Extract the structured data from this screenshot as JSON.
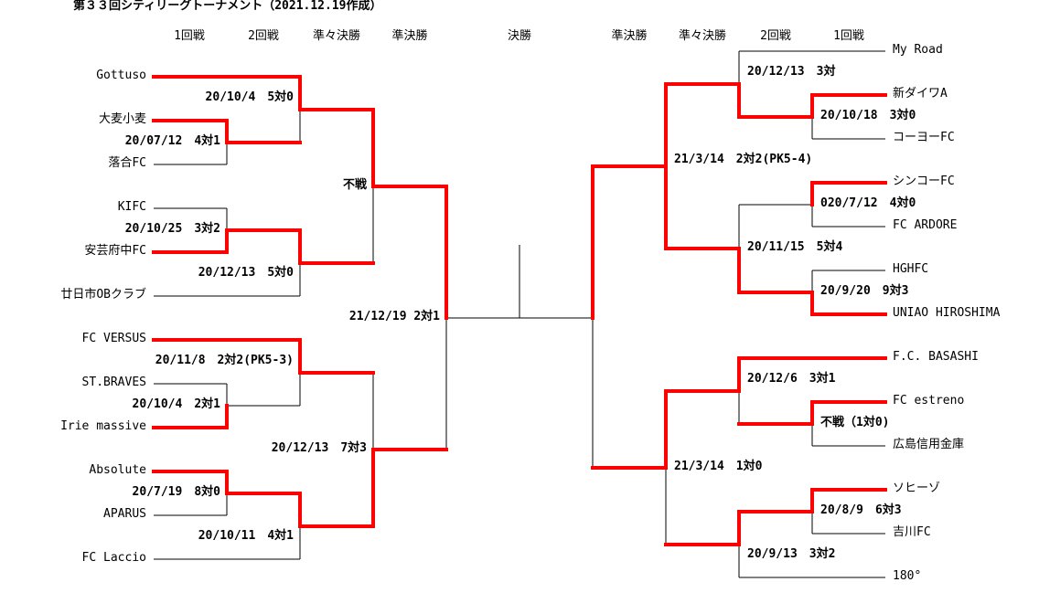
{
  "title": "第３３回シティリーグトーナメント（2021.12.19作成）",
  "rounds_left": [
    "1回戦",
    "2回戦",
    "準々決勝",
    "準決勝"
  ],
  "final_label": "決勝",
  "rounds_right": [
    "準決勝",
    "準々決勝",
    "2回戦",
    "1回戦"
  ],
  "left_teams": [
    "Gottuso",
    "大麦小麦",
    "落合FC",
    "KIFC",
    "安芸府中FC",
    "廿日市OBクラブ",
    "FC VERSUS",
    "ST.BRAVES",
    "Irie massive",
    "Absolute",
    "APARUS",
    "FC Laccio"
  ],
  "right_teams": [
    "My Road",
    "新ダイワA",
    "コーヨーFC",
    "シンコーFC",
    "FC ARDORE",
    "HGHFC",
    "UNIAO HIROSHIMA",
    "F.C. BASASHI",
    "FC estreno",
    "広島信用金庫",
    "ソヒーゾ",
    "吉川FC",
    "180°"
  ],
  "left_results": [
    "20/10/4　5対0",
    "20/07/12　4対1",
    "不戦",
    "20/10/25　3対2",
    "20/12/13　5対0",
    "21/12/19 2対1",
    "20/11/8　2対2(PK5-3)",
    "20/10/4　2対1",
    "20/12/13　7対3",
    "20/7/19　8対0",
    "20/10/11　4対1"
  ],
  "right_results": [
    "20/12/13　3対",
    "20/10/18　3対0",
    "21/3/14　2対2(PK5-4)",
    "020/7/12　4対0",
    "20/11/15　5対4",
    "20/9/20　9対3",
    "20/12/6　3対1",
    "不戦（1対0)",
    "21/3/14　1対0",
    "20/8/9　6対3",
    "20/9/13　3対2"
  ],
  "colors": {
    "winner_line": "#ff0000",
    "line": "#000000"
  }
}
